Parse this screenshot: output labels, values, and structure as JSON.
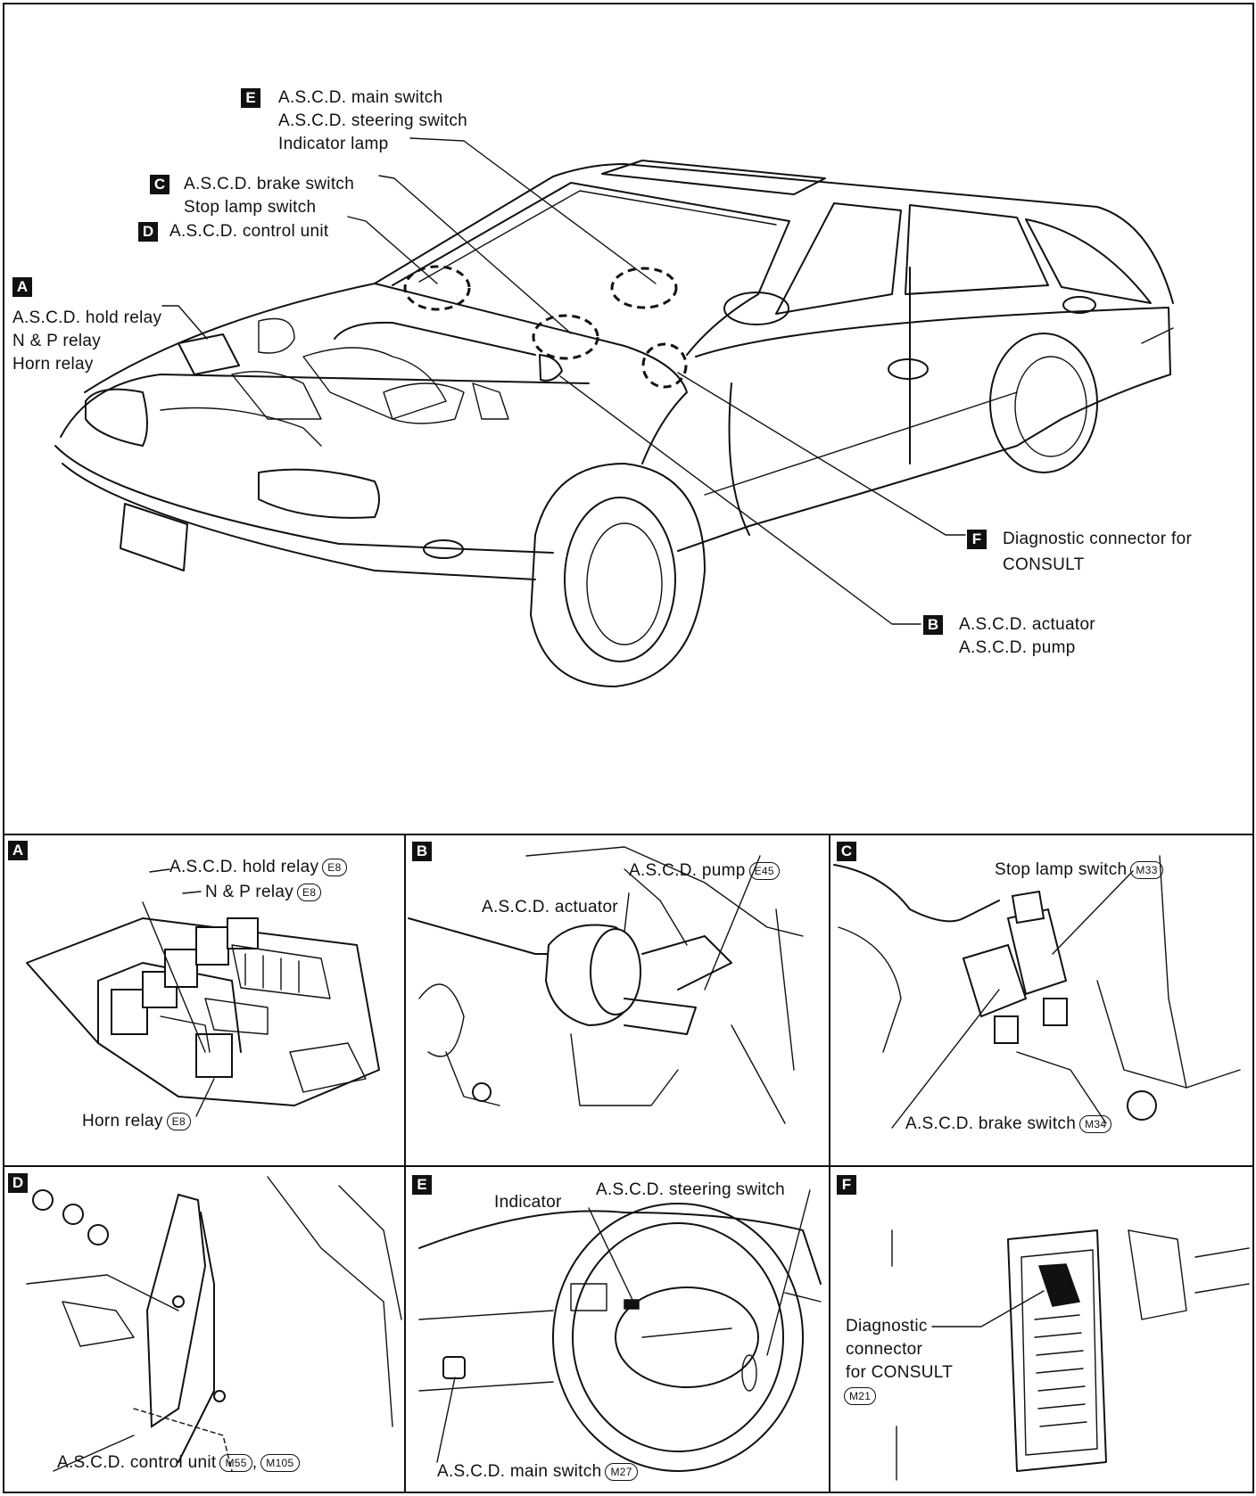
{
  "main": {
    "callouts": [
      {
        "badge": "E",
        "lines": [
          "A.S.C.D. main switch",
          "A.S.C.D. steering switch",
          "Indicator lamp"
        ]
      },
      {
        "badge": "C",
        "lines": [
          "A.S.C.D. brake switch",
          "Stop lamp switch"
        ]
      },
      {
        "badge": "D",
        "lines": [
          "A.S.C.D. control unit"
        ]
      },
      {
        "badge": "A",
        "lines": [
          "A.S.C.D. hold relay",
          "N & P relay",
          "Horn relay"
        ]
      },
      {
        "badge": "F",
        "lines": [
          "Diagnostic connector for",
          "CONSULT"
        ]
      },
      {
        "badge": "B",
        "lines": [
          "A.S.C.D. actuator",
          "A.S.C.D. pump"
        ]
      }
    ]
  },
  "panels": {
    "A": {
      "badge": "A",
      "hold_relay": "A.S.C.D. hold relay",
      "hold_relay_conn": "E8",
      "np_relay": "N & P relay",
      "np_relay_conn": "E8",
      "horn_relay": "Horn relay",
      "horn_relay_conn": "E8"
    },
    "B": {
      "badge": "B",
      "pump": "A.S.C.D. pump",
      "pump_conn": "E45",
      "actuator": "A.S.C.D. actuator"
    },
    "C": {
      "badge": "C",
      "stop_lamp": "Stop lamp switch",
      "stop_lamp_conn": "M33",
      "brake_switch": "A.S.C.D. brake switch",
      "brake_switch_conn": "M34"
    },
    "D": {
      "badge": "D",
      "control_unit": "A.S.C.D. control unit",
      "conn_1": "M55",
      "conn_sep": ",",
      "conn_2": "M105"
    },
    "E": {
      "badge": "E",
      "indicator": "Indicator",
      "steering_switch": "A.S.C.D. steering switch",
      "main_switch": "A.S.C.D. main switch",
      "main_switch_conn": "M27"
    },
    "F": {
      "badge": "F",
      "diag_line1": "Diagnostic",
      "diag_line2": "connector",
      "diag_line3": "for CONSULT",
      "diag_conn": "M21"
    }
  }
}
